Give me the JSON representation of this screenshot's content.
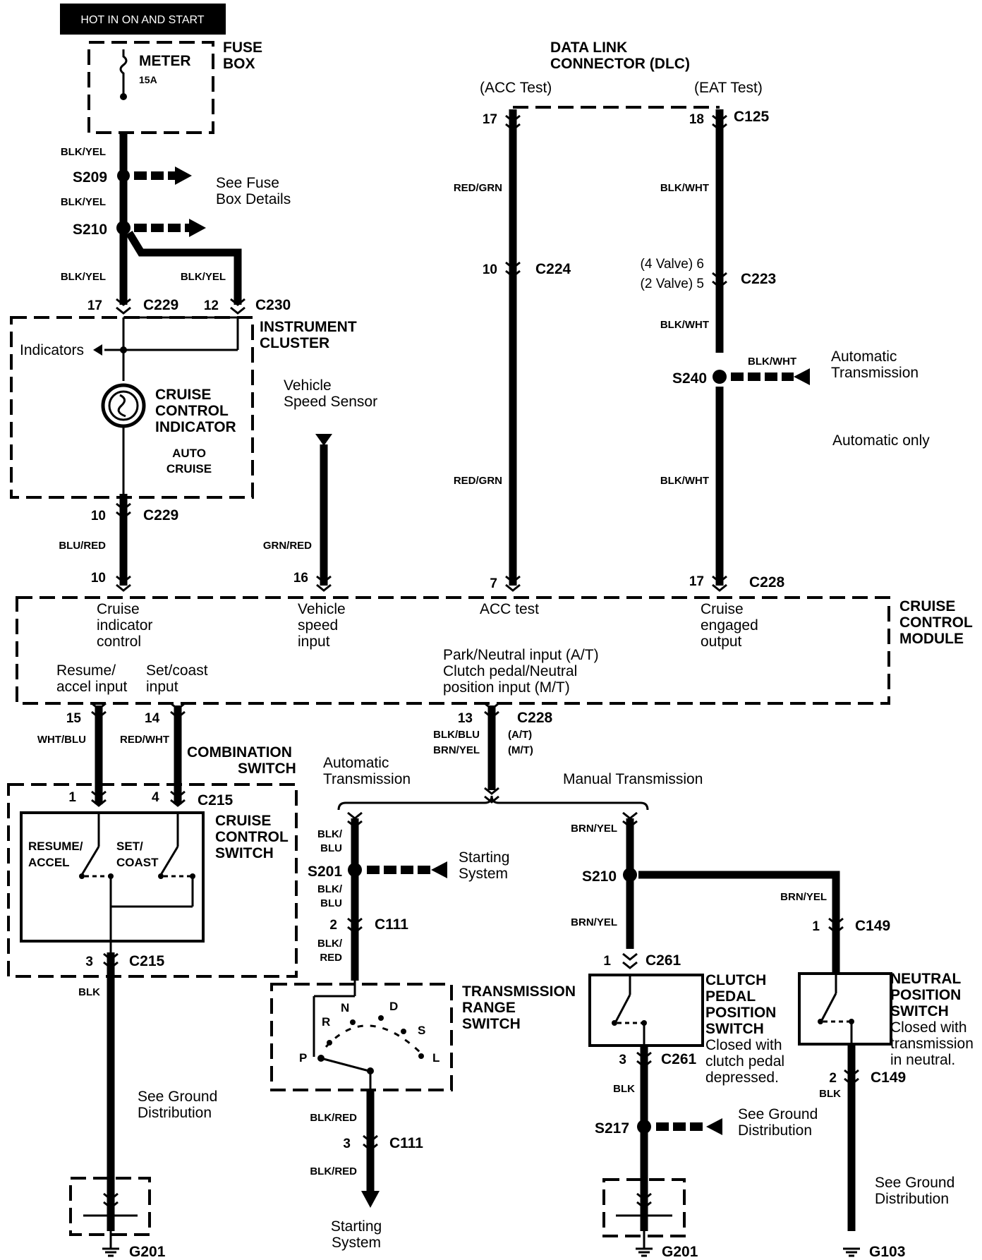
{
  "header": {
    "hot_label": "HOT IN ON AND START"
  },
  "fuse_box": {
    "fuse_name": "METER",
    "rating": "15A",
    "box_label_1": "FUSE",
    "box_label_2": "BOX"
  },
  "wires": {
    "blk_yel": "BLK/YEL",
    "blu_red": "BLU/RED",
    "grn_red": "GRN/RED",
    "red_grn": "RED/GRN",
    "blk_wht": "BLK/WHT",
    "wht_blu": "WHT/BLU",
    "red_wht": "RED/WHT",
    "blk_blu_slash": "BLK/",
    "blu": "BLU",
    "blk_slash": "BLK/",
    "red": "RED",
    "blk": "BLK",
    "blk_red": "BLK/RED",
    "brn_yel": "BRN/YEL",
    "blk_blu_full": "BLK/BLU",
    "brn_yel_full": "BRN/YEL"
  },
  "splices": {
    "s209": "S209",
    "s210": "S210",
    "s240": "S240",
    "s201": "S201",
    "s210b": "S210",
    "s217": "S217"
  },
  "connectors": {
    "c229": "C229",
    "c230": "C230",
    "c125": "C125",
    "c224": "C224",
    "c223": "C223",
    "c228": "C228",
    "c215": "C215",
    "c111": "C111",
    "c261": "C261",
    "c149": "C149"
  },
  "grounds": {
    "g201": "G201",
    "g103": "G103"
  },
  "pins": {
    "p17": "17",
    "p12": "12",
    "p10": "10",
    "p16": "16",
    "p7": "7",
    "p18": "18",
    "p6": "(4 Valve) 6",
    "p5": "(2 Valve) 5",
    "p15": "15",
    "p14": "14",
    "p13": "13",
    "p1": "1",
    "p4": "4",
    "p3": "3",
    "p2": "2"
  },
  "notes": {
    "see_fuse_1": "See Fuse",
    "see_fuse_2": "Box Details",
    "dlc_1": "DATA LINK",
    "dlc_2": "CONNECTOR (DLC)",
    "acc_test": "(ACC Test)",
    "eat_test": "(EAT Test)",
    "auto_trans_1": "Automatic",
    "auto_trans_2": "Transmission",
    "auto_only": "Automatic only",
    "ic_1": "INSTRUMENT",
    "ic_2": "CLUSTER",
    "indicators": "Indicators",
    "cci_1": "CRUISE",
    "cci_2": "CONTROL",
    "cci_3": "INDICATOR",
    "auto": "AUTO",
    "cruise": "CRUISE",
    "vss_1": "Vehicle",
    "vss_2": "Speed Sensor",
    "ccm_1": "CRUISE",
    "ccm_2": "CONTROL",
    "ccm_3": "MODULE",
    "ci_1": "Cruise",
    "ci_2": "indicator",
    "ci_3": "control",
    "vsi_1": "Vehicle",
    "vsi_2": "speed",
    "vsi_3": "input",
    "acc_in": "ACC  test",
    "ceo_1": "Cruise",
    "ceo_2": "engaged",
    "ceo_3": "output",
    "res_1": "Resume/",
    "res_2": "accel input",
    "set_1": "Set/coast",
    "set_2": "input",
    "pn_1": "Park/Neutral input (A/T)",
    "pn_2": "Clutch pedal/Neutral",
    "pn_3": "position input (M/T)",
    "at": "(A/T)",
    "mt": "(M/T)",
    "comb_1": "COMBINATION",
    "comb_2": "SWITCH",
    "ccs_1": "CRUISE",
    "ccs_2": "CONTROL",
    "ccs_3": "SWITCH",
    "resume_accel_1": "RESUME/",
    "resume_accel_2": "ACCEL",
    "set_coast_1": "SET/",
    "set_coast_2": "COAST",
    "manual_trans": "Manual Transmission",
    "starting_1": "Starting",
    "starting_2": "System",
    "trs_1": "TRANSMISSION",
    "trs_2": "RANGE",
    "trs_3": "SWITCH",
    "cpps_1": "CLUTCH",
    "cpps_2": "PEDAL",
    "cpps_3": "POSITION",
    "cpps_4": "SWITCH",
    "cpps_n1": "Closed with",
    "cpps_n2": "clutch pedal",
    "cpps_n3": "depressed.",
    "nps_1": "NEUTRAL",
    "nps_2": "POSITION",
    "nps_3": "SWITCH",
    "nps_n1": "Closed with",
    "nps_n2": "transmission",
    "nps_n3": "in neutral.",
    "see_gnd_1": "See Ground",
    "see_gnd_2": "Distribution",
    "gear_p": "P",
    "gear_r": "R",
    "gear_n": "N",
    "gear_d": "D",
    "gear_s": "S",
    "gear_l": "L"
  }
}
